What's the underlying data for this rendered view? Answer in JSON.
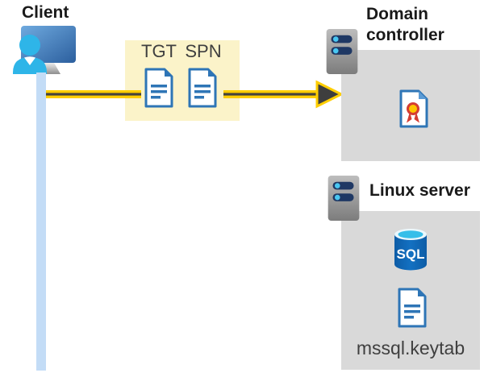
{
  "client": {
    "label": "Client"
  },
  "tickets": {
    "tgt_label": "TGT",
    "spn_label": "SPN"
  },
  "domain_controller": {
    "label": "Domain controller"
  },
  "linux_server": {
    "label": "Linux server",
    "sql_badge": "SQL",
    "keytab_label": "mssql.keytab"
  },
  "icons": [
    "user-monitor-icon",
    "document-icon",
    "server-icon",
    "certificate-icon",
    "sql-database-icon",
    "arrow-right-icon"
  ],
  "colors": {
    "panel_gray": "#D9D9D9",
    "ticket_box_yellow": "#FBF3C9",
    "arrow_yellow": "#FFCE00",
    "arrow_core": "#45433C",
    "arrowhead_gray": "#3E3E3E",
    "timeline_blue": "#C3DCF6",
    "doc_blue": "#2E75B6",
    "person_cyan": "#2EB5E8",
    "server_slot_navy": "#1F3864",
    "title_text": "#1A1A1A",
    "label_text": "#3F3F3F"
  }
}
